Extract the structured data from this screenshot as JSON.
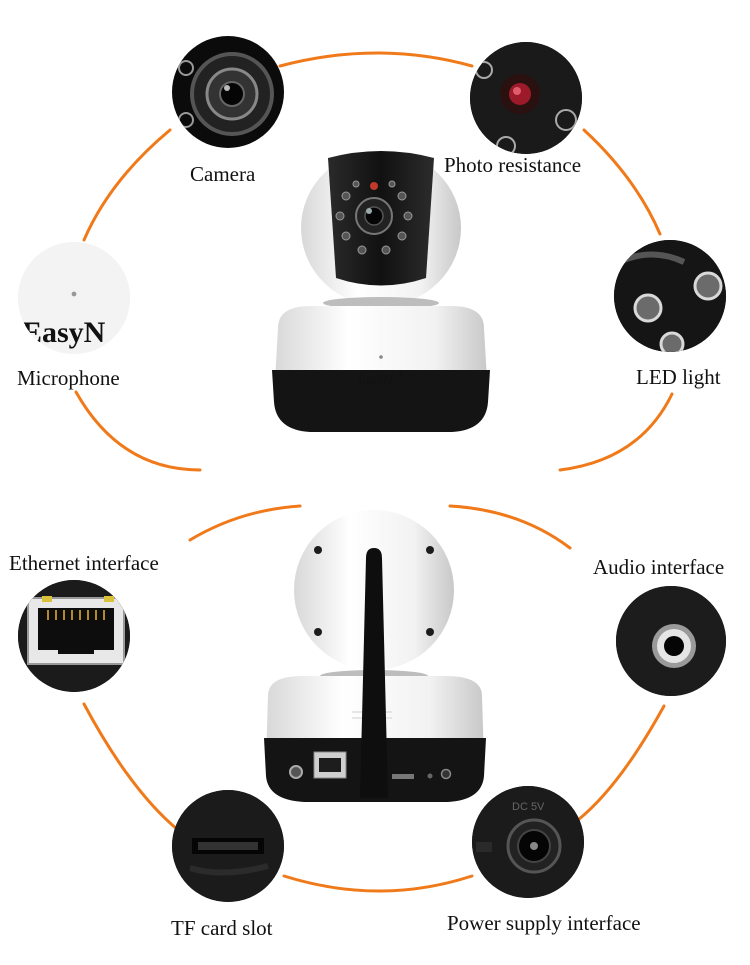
{
  "colors": {
    "arc": "#f07a1a",
    "camera_white": "#f4f4f4",
    "camera_black": "#161616"
  },
  "top_section": {
    "brand_on_camera": "EasyN",
    "brand_mark": "®",
    "microphone_photo_text": "EasyN",
    "labels": {
      "camera": "Camera",
      "photo_resistance": "Photo resistance",
      "microphone": "Microphone",
      "led_light": "LED light"
    }
  },
  "bottom_section": {
    "labels": {
      "ethernet_interface": "Ethernet interface",
      "audio_interface": "Audio interface",
      "tf_card_slot": "TF card slot",
      "power_supply_interface": "Power supply interface"
    },
    "power_photo_text": "DC 5V"
  }
}
